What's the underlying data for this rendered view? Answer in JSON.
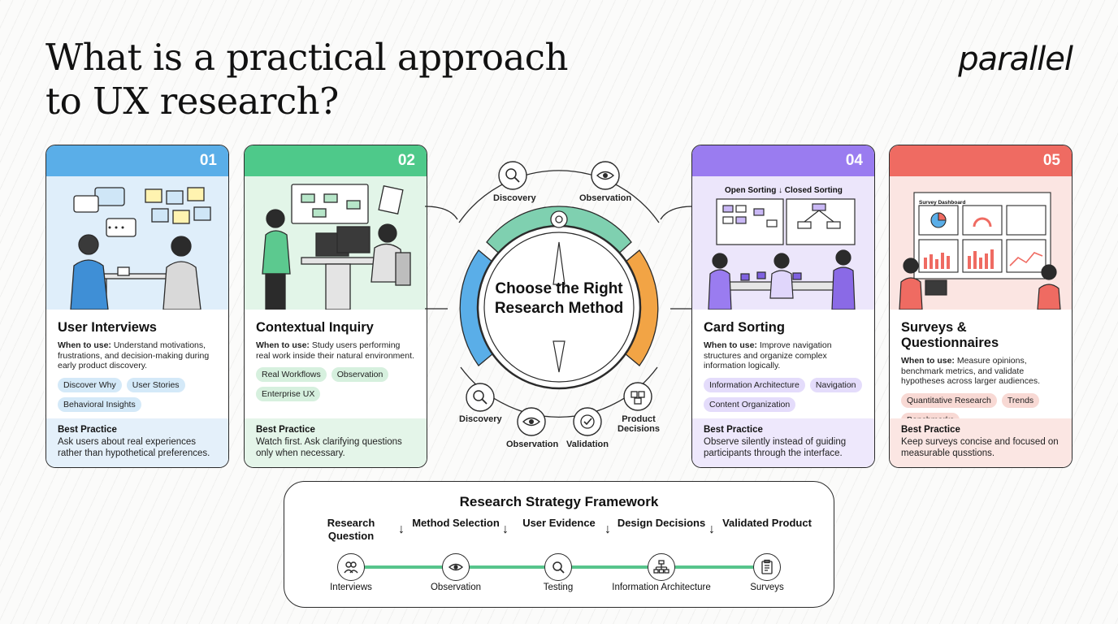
{
  "title": "What is a practical approach to UX research?",
  "brand": "parallel",
  "cards": [
    {
      "num": "01",
      "title": "User Interviews",
      "when_label": "When to use:",
      "when_text": "Understand motivations, frustrations, and decision-making during early product discovery.",
      "tags": [
        "Discover Why",
        "User Stories",
        "Behavioral Insights"
      ],
      "practice_label": "Best Practice",
      "practice_text": "Ask users about real experiences rather than hypothetical preferences."
    },
    {
      "num": "02",
      "title": "Contextual Inquiry",
      "when_label": "When to use:",
      "when_text": "Study users performing real work inside their natural environment.",
      "tags": [
        "Real Workflows",
        "Observation",
        "Enterprise UX"
      ],
      "practice_label": "Best Practice",
      "practice_text": "Watch first. Ask clarifying questions only when necessary."
    },
    {
      "num": "04",
      "title": "Card Sorting",
      "when_label": "When to use:",
      "when_text": "Improve navigation structures and organize complex information logically.",
      "tags": [
        "Information Architecture",
        "Navigation",
        "Content Organization"
      ],
      "practice_label": "Best Practice",
      "practice_text": "Observe silently instead of guiding participants through the interface.",
      "illu_labels": [
        "Open Sorting",
        "↓ Closed Sorting"
      ]
    },
    {
      "num": "05",
      "title": "Surveys & Questionnaires",
      "when_label": "When to use:",
      "when_text": "Measure opinions, benchmark metrics, and validate hypotheses across larger audiences.",
      "tags": [
        "Quantitative Research",
        "Trends",
        "Benchmarks"
      ],
      "practice_label": "Best Practice",
      "practice_text": "Keep surveys concise and focused on measurable qusstions.",
      "illu_labels": [
        "Survey Dashboard"
      ]
    }
  ],
  "wheel": {
    "center": "Choose the Right Research Method",
    "top_labels": [
      "Discovery",
      "Observation"
    ],
    "bottom_labels": [
      "Discovery",
      "Observation",
      "Validation",
      "Product Decisions"
    ]
  },
  "framework": {
    "title": "Research Strategy Framework",
    "steps": [
      "Research Question",
      "Method Selection",
      "User Evidence",
      "Design Decisions",
      "Validated Product"
    ],
    "arrow": "↓",
    "nodes": [
      "Interviews",
      "Observation",
      "Testing",
      "Information Architecture",
      "Surveys"
    ]
  },
  "colors": {
    "blue": "#5aaee8",
    "green": "#4ec98a",
    "purple": "#9a7cf0",
    "red": "#ef6b62",
    "orange": "#f2a445"
  },
  "icons": [
    "magnifier-icon",
    "eye-icon",
    "lock-icon",
    "check-icon",
    "boxes-icon",
    "people-icon",
    "hierarchy-icon",
    "clipboard-icon"
  ]
}
